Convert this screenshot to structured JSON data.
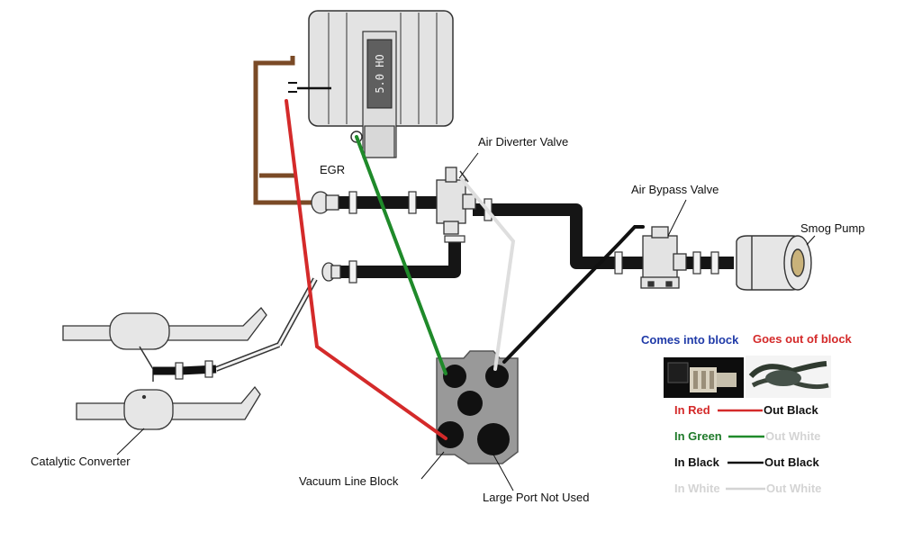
{
  "labels": {
    "engine_badge": "5.0 HO",
    "egr": "EGR",
    "air_diverter_valve": "Air Diverter Valve",
    "air_bypass_valve": "Air Bypass Valve",
    "smog_pump": "Smog Pump",
    "catalytic_converter": "Catalytic Converter",
    "vacuum_line_block": "Vacuum Line Block",
    "large_port_not_used": "Large Port Not Used"
  },
  "legend": {
    "comes_into_block": "Comes into block",
    "goes_out_of_block": "Goes out of block",
    "rows": [
      {
        "in": "In Red",
        "out": "Out Black",
        "in_color": "#d42a2a",
        "out_color": "#111111",
        "line_color": "#d42a2a"
      },
      {
        "in": "In Green",
        "out": "Out White",
        "in_color": "#1f7a2a",
        "out_color": "#d4d4d4",
        "line_color": "#1f8a2a"
      },
      {
        "in": "In Black",
        "out": "Out Black",
        "in_color": "#111111",
        "out_color": "#111111",
        "line_color": "#111111"
      },
      {
        "in": "In White",
        "out": "Out White",
        "in_color": "#d4d4d4",
        "out_color": "#d4d4d4",
        "line_color": "#d4d4d4"
      }
    ]
  },
  "colors": {
    "red_line": "#d42a2a",
    "green_line": "#1f8a2a",
    "white_line": "#dedede",
    "black_line": "#111111",
    "egr_pipe": "#7a4a26",
    "hose": "#151515",
    "component_fill": "#e6e6e6",
    "outline": "#333333",
    "legend_blue": "#1f3aa8",
    "legend_red": "#d42a2a"
  }
}
